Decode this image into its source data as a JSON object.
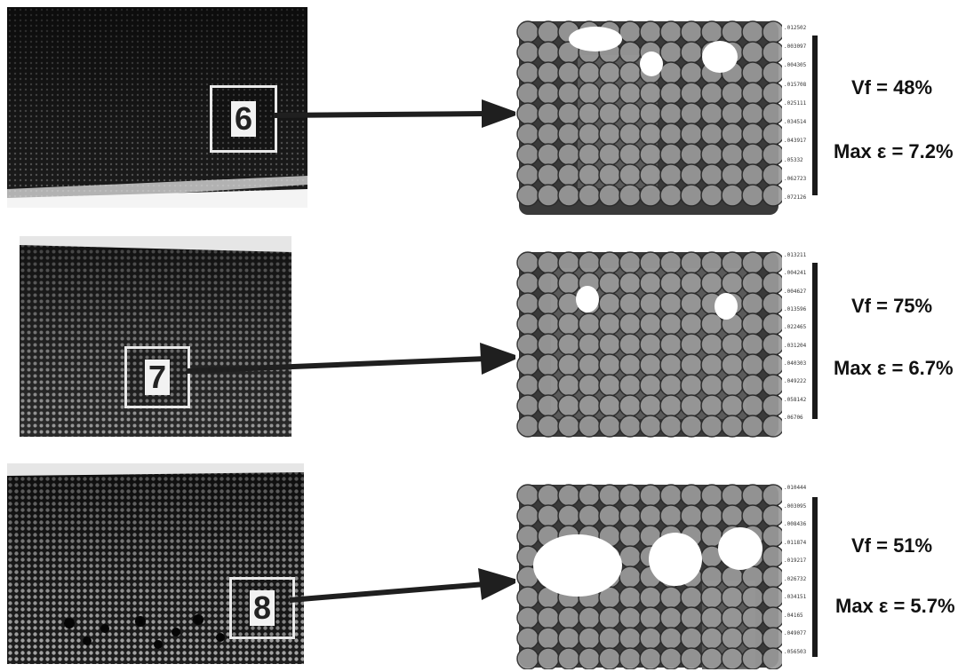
{
  "rows": [
    {
      "label": "6",
      "vf_text": "Vf = 48%",
      "max_strain_text": "Max ε = 7.2%",
      "vf_percent": 48,
      "max_strain_percent": 7.2,
      "scale_ticks": [
        ".012502",
        ".003097",
        ".004305",
        ".015708",
        ".025111",
        ".034514",
        ".043917",
        ".05332",
        ".062723",
        ".072126"
      ]
    },
    {
      "label": "7",
      "vf_text": "Vf = 75%",
      "max_strain_text": "Max ε = 6.7%",
      "vf_percent": 75,
      "max_strain_percent": 6.7,
      "scale_ticks": [
        ".013211",
        ".004241",
        ".004627",
        ".013596",
        ".022465",
        ".031204",
        ".040303",
        ".049222",
        ".058142",
        ".06706"
      ]
    },
    {
      "label": "8",
      "vf_text": "Vf = 51%",
      "max_strain_text": "Max ε = 5.7%",
      "vf_percent": 51,
      "max_strain_percent": 5.7,
      "scale_ticks": [
        ".010444",
        ".003095",
        ".008436",
        ".011874",
        ".019217",
        ".026732",
        ".034151",
        ".04165",
        ".049077",
        ".056503"
      ]
    }
  ],
  "colors": {
    "micrograph_dark": "#1b1b1b",
    "micrograph_fiber": "#8c8c8c",
    "arrow": "#1f1f1f",
    "fiber_fill": "#9a9a9a",
    "matrix_dark": "#3a3a3a",
    "hot_region": "#5e5e5e",
    "void": "#ffffff"
  }
}
